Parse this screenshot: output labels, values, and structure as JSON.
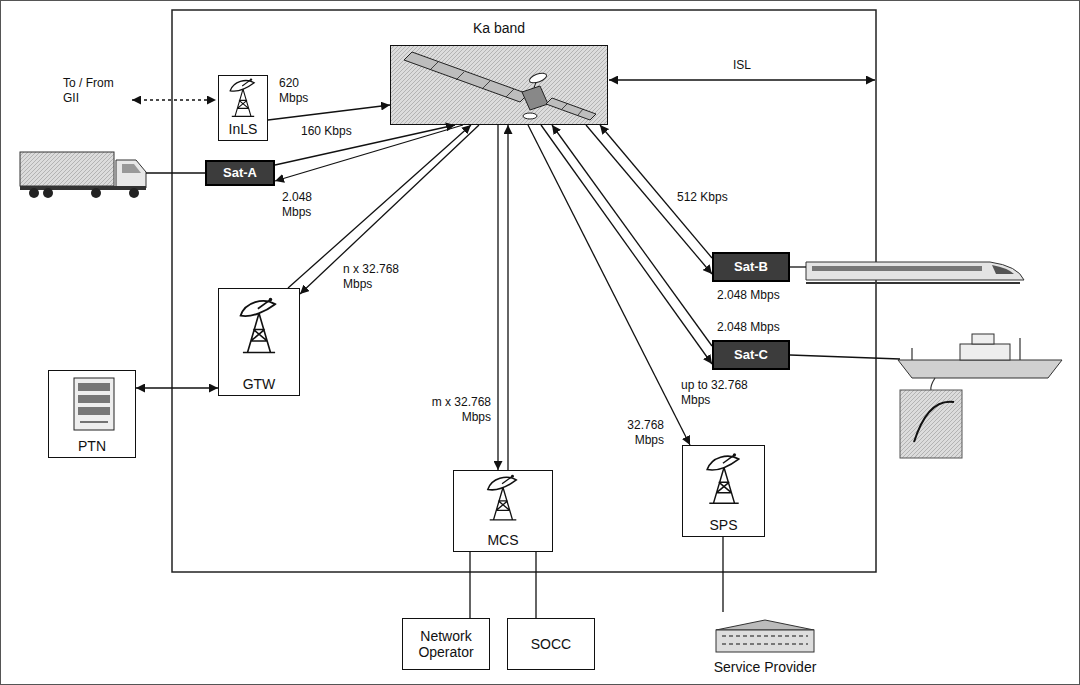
{
  "diagram": {
    "nodes": [
      {
        "text": [
          "Ka band"
        ]
      },
      {
        "text": [
          "InLS"
        ]
      },
      {
        "text": [
          "Sat-A"
        ]
      },
      {
        "text": [
          "Sat-B"
        ]
      },
      {
        "text": [
          "GTW"
        ]
      },
      {
        "text": [
          "Sat-C"
        ]
      },
      {
        "text": [
          "PTN"
        ]
      },
      {
        "text": [
          "SPS"
        ]
      },
      {
        "text": [
          "MCS"
        ]
      },
      {
        "text": [
          "Network Operator"
        ]
      },
      {
        "text": [
          "SOCC"
        ]
      },
      {
        "text": [
          "Service Provider"
        ]
      }
    ],
    "edges": [
      {
        "from": 1,
        "to": 0,
        "arrow": "to",
        "label": "620 Mbps"
      },
      {
        "from": 2,
        "to": 0,
        "arrow": "to",
        "label": "160 Kbps"
      },
      {
        "from": 0,
        "to": 2,
        "arrow": "to",
        "label": "2.048 Mbps"
      },
      {
        "from": 4,
        "to": 0,
        "arrow": "to",
        "label": "n x 32.768 Mbps"
      },
      {
        "from": 0,
        "to": 4,
        "arrow": "to"
      },
      {
        "from": 8,
        "to": 0,
        "arrow": "to",
        "label": "m x 32.768 Mbps"
      },
      {
        "from": 0,
        "to": 8,
        "arrow": "to"
      },
      {
        "from": 3,
        "to": 0,
        "arrow": "to",
        "label": "512 Kbps"
      },
      {
        "from": 0,
        "to": 3,
        "arrow": "to",
        "label": "2.048 Mbps"
      },
      {
        "from": 5,
        "to": 0,
        "arrow": "to",
        "label": "2.048 Mbps"
      },
      {
        "from": 0,
        "to": 5,
        "arrow": "to",
        "label": "up to 32.768 Mbps"
      },
      {
        "from": 0,
        "to": 7,
        "arrow": "to",
        "label": "32.768 Mbps"
      },
      {
        "from": 6,
        "to": 4,
        "arrow": "both"
      },
      {
        "from": 8,
        "to": 9,
        "arrow": "none"
      },
      {
        "from": 8,
        "to": 10,
        "arrow": "none"
      },
      {
        "from": 7,
        "to": 11,
        "arrow": "none"
      }
    ],
    "labels": [
      "To / From GII",
      "ISL"
    ]
  }
}
